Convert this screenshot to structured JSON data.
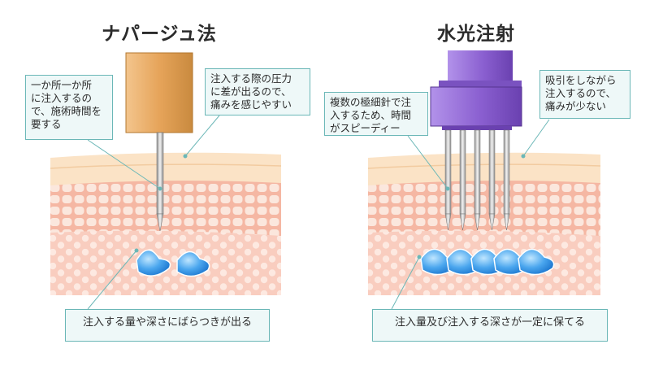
{
  "left_panel": {
    "title": "ナパージュ法",
    "callout_top_left": "一か所一か所\nに注入するの\nで、施術時間を\n要する",
    "callout_top_right": "注入する際の圧力\nに差が出るので、\n痛みを感じやすい",
    "callout_bottom": "注入する量や深さにばらつきが出る"
  },
  "right_panel": {
    "title": "水光注射",
    "callout_top_left": "複数の極細針で注\n入するため、時間\nがスピーディー",
    "callout_top_right": "吸引をしながら\n注入するので、\n痛みが少ない",
    "callout_bottom": "注入量及び注入する深さが一定に保てる"
  },
  "colors": {
    "syringe_orange": "#e6a45a",
    "device_purple": "#8a5fd0",
    "epidermis": "#fbe3c6",
    "dermis": "#f5b7a3",
    "subcutis": "#f9cdbf",
    "droplet_blue": "#4aa6ee",
    "callout_border": "#6bb7b7"
  }
}
